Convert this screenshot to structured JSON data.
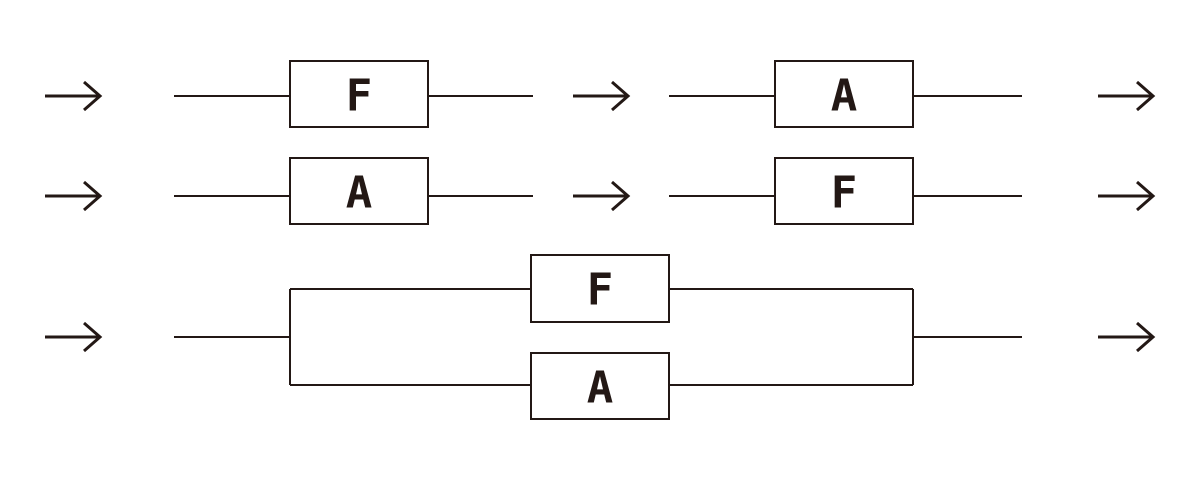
{
  "diagram": {
    "rows": [
      {
        "kind": "series",
        "blocks": [
          "F",
          "A"
        ]
      },
      {
        "kind": "series",
        "blocks": [
          "A",
          "F"
        ]
      },
      {
        "kind": "parallel",
        "blocks": [
          "F",
          "A"
        ]
      }
    ]
  },
  "colors": {
    "stroke": "#231815",
    "background": "#ffffff"
  }
}
